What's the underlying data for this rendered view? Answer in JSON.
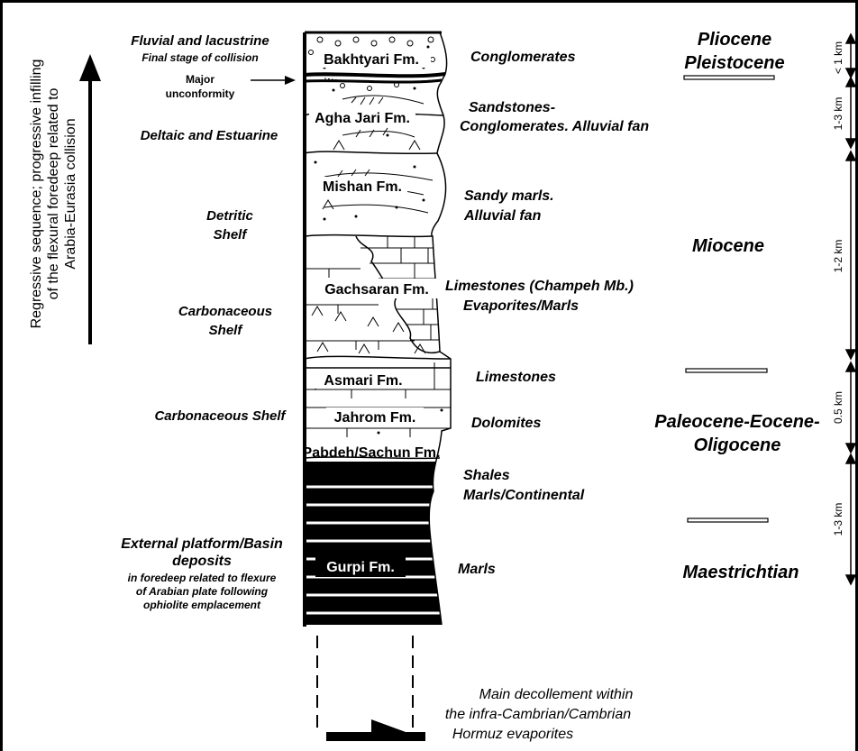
{
  "sidebar": {
    "line1": "Regressive sequence; progressive infilling",
    "line2": "of the flexural foredeep related to",
    "line3": "Arabia-Eurasia collision"
  },
  "environments": {
    "fluvial_title": "Fluvial and lacustrine",
    "fluvial_sub": "Final stage of collision",
    "unconformity_1": "Major",
    "unconformity_2": "unconformity",
    "deltaic": "Deltaic and Estuarine",
    "detritic_1": "Detritic",
    "detritic_2": "Shelf",
    "carbonaceous_1": "Carbonaceous",
    "carbonaceous_2": "Shelf",
    "carbonaceous_shelf": "Carbonaceous Shelf",
    "external_1": "External platform/Basin",
    "external_2": "deposits",
    "external_3": "in foredeep related to flexure",
    "external_4": "of Arabian plate following",
    "external_5": "ophiolite emplacement"
  },
  "formations": {
    "bakhtyari": "Bakhtyari Fm.",
    "agha_jari": "Agha Jari Fm.",
    "mishan": "Mishan Fm.",
    "gachsaran": "Gachsaran Fm.",
    "asmari": "Asmari Fm.",
    "jahrom": "Jahrom Fm.",
    "pabdeh": "Pabdeh/Sachun Fm.",
    "gurpi": "Gurpi Fm."
  },
  "lithology": {
    "conglomerates": "Conglomerates",
    "sandstones_1": "Sandstones-",
    "sandstones_2": "Conglomerates. Alluvial fan",
    "sandy_1": "Sandy marls.",
    "sandy_2": "Alluvial fan",
    "limestones_champeh": "Limestones (Champeh Mb.)",
    "evaporites": "Evaporites/Marls",
    "limestones": "Limestones",
    "dolomites": "Dolomites",
    "shales": "Shales",
    "marls_continental": "Marls/Continental",
    "marls": "Marls"
  },
  "ages": {
    "pliocene": "Pliocene",
    "pleistocene": "Pleistocene",
    "miocene": "Miocene",
    "paleocene_1": "Paleocene-Eocene-",
    "paleocene_2": "Oligocene",
    "maestrichtian": "Maestrichtian"
  },
  "thickness": {
    "t1": "< 1 km",
    "t2": "1-3 km",
    "t3": "1-2 km",
    "t4": "0.5 km",
    "t5": "1-3 km"
  },
  "decollement": {
    "line1": "Main decollement within",
    "line2": "the infra-Cambrian/Cambrian",
    "line3": "Hormuz evaporites"
  }
}
